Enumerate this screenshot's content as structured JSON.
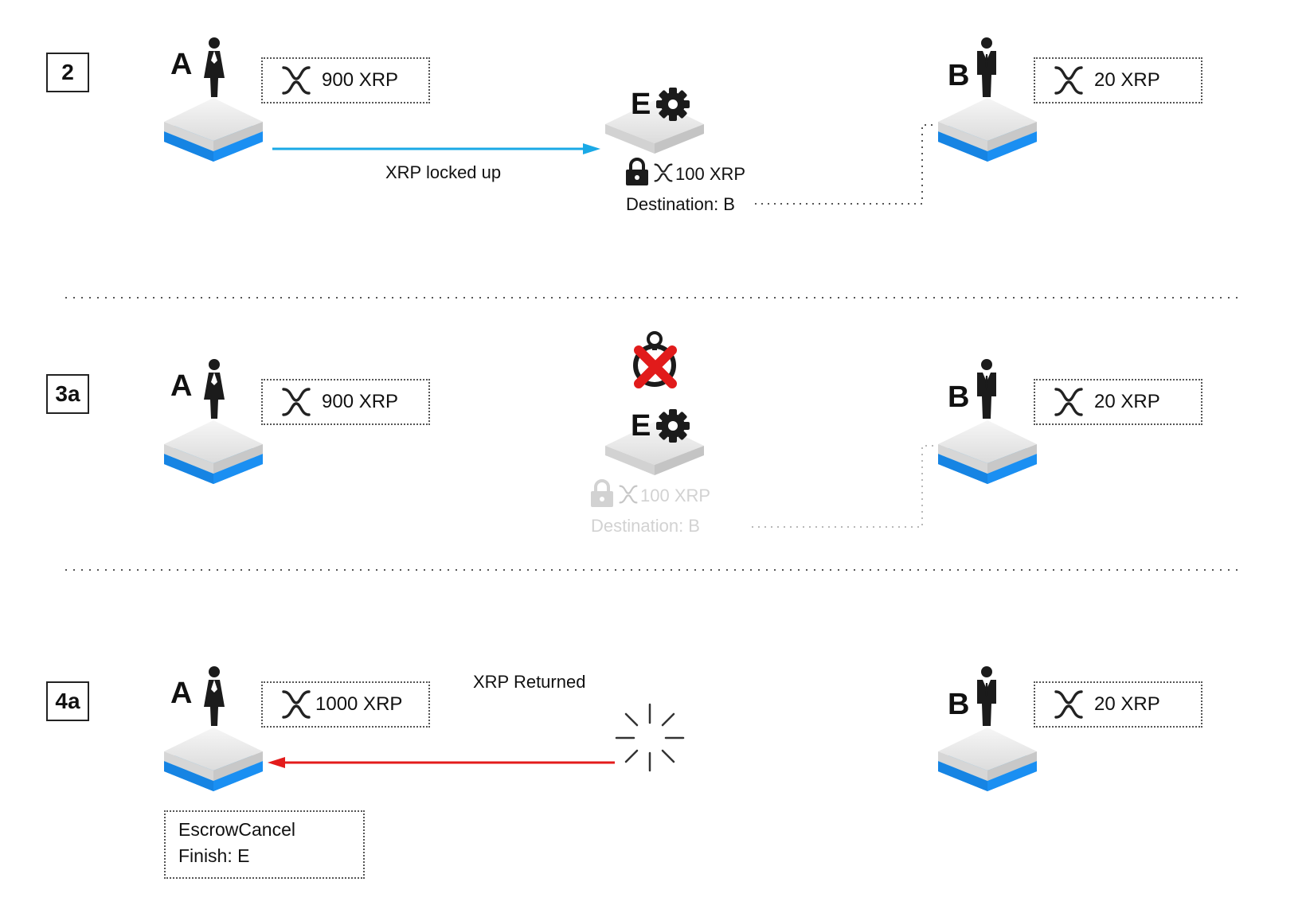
{
  "steps": [
    {
      "label": "2",
      "a": {
        "letter": "A",
        "balance": "900 XRP"
      },
      "b": {
        "letter": "B",
        "balance": "20 XRP"
      },
      "escrow": {
        "letter": "E",
        "amount": "100 XRP",
        "destination": "Destination: B"
      },
      "arrow_label": "XRP locked up"
    },
    {
      "label": "3a",
      "a": {
        "letter": "A",
        "balance": "900 XRP"
      },
      "b": {
        "letter": "B",
        "balance": "20 XRP"
      },
      "escrow": {
        "letter": "E",
        "amount": "100 XRP",
        "destination": "Destination: B"
      }
    },
    {
      "label": "4a",
      "a": {
        "letter": "A",
        "balance": "1000 XRP"
      },
      "b": {
        "letter": "B",
        "balance": "20 XRP"
      },
      "arrow_label": "XRP Returned",
      "transaction": {
        "type": "EscrowCancel",
        "finish": "Finish: E"
      }
    }
  ],
  "colors": {
    "locked_arrow": "#1aa9e6",
    "return_arrow": "#e31b1b",
    "cancel_x": "#e11b1b",
    "ledger_blue": "#1e8ef0"
  },
  "icons": [
    "woman-icon",
    "man-icon",
    "xrp-icon",
    "gear-icon",
    "lock-icon",
    "stopwatch-icon",
    "burst-icon"
  ]
}
